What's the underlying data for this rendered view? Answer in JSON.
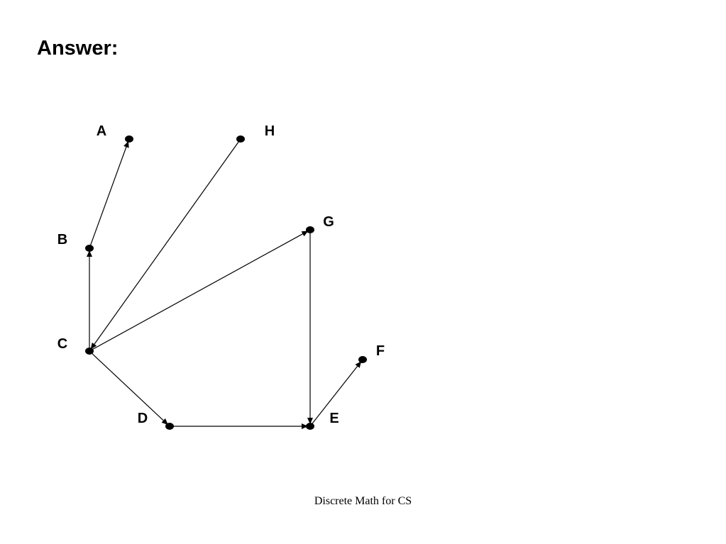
{
  "slide": {
    "title": "Answer:",
    "footer": "Discrete Math for CS"
  },
  "graph": {
    "directed": true,
    "color": "#000000",
    "nodes": [
      {
        "id": "A",
        "label": "A"
      },
      {
        "id": "H",
        "label": "H"
      },
      {
        "id": "G",
        "label": "G"
      },
      {
        "id": "B",
        "label": "B"
      },
      {
        "id": "C",
        "label": "C"
      },
      {
        "id": "F",
        "label": "F"
      },
      {
        "id": "D",
        "label": "D"
      },
      {
        "id": "E",
        "label": "E"
      }
    ],
    "edges": [
      {
        "from": "B",
        "to": "A"
      },
      {
        "from": "C",
        "to": "B"
      },
      {
        "from": "H",
        "to": "C"
      },
      {
        "from": "C",
        "to": "G"
      },
      {
        "from": "C",
        "to": "D"
      },
      {
        "from": "D",
        "to": "E"
      },
      {
        "from": "G",
        "to": "E"
      },
      {
        "from": "E",
        "to": "F"
      }
    ]
  }
}
